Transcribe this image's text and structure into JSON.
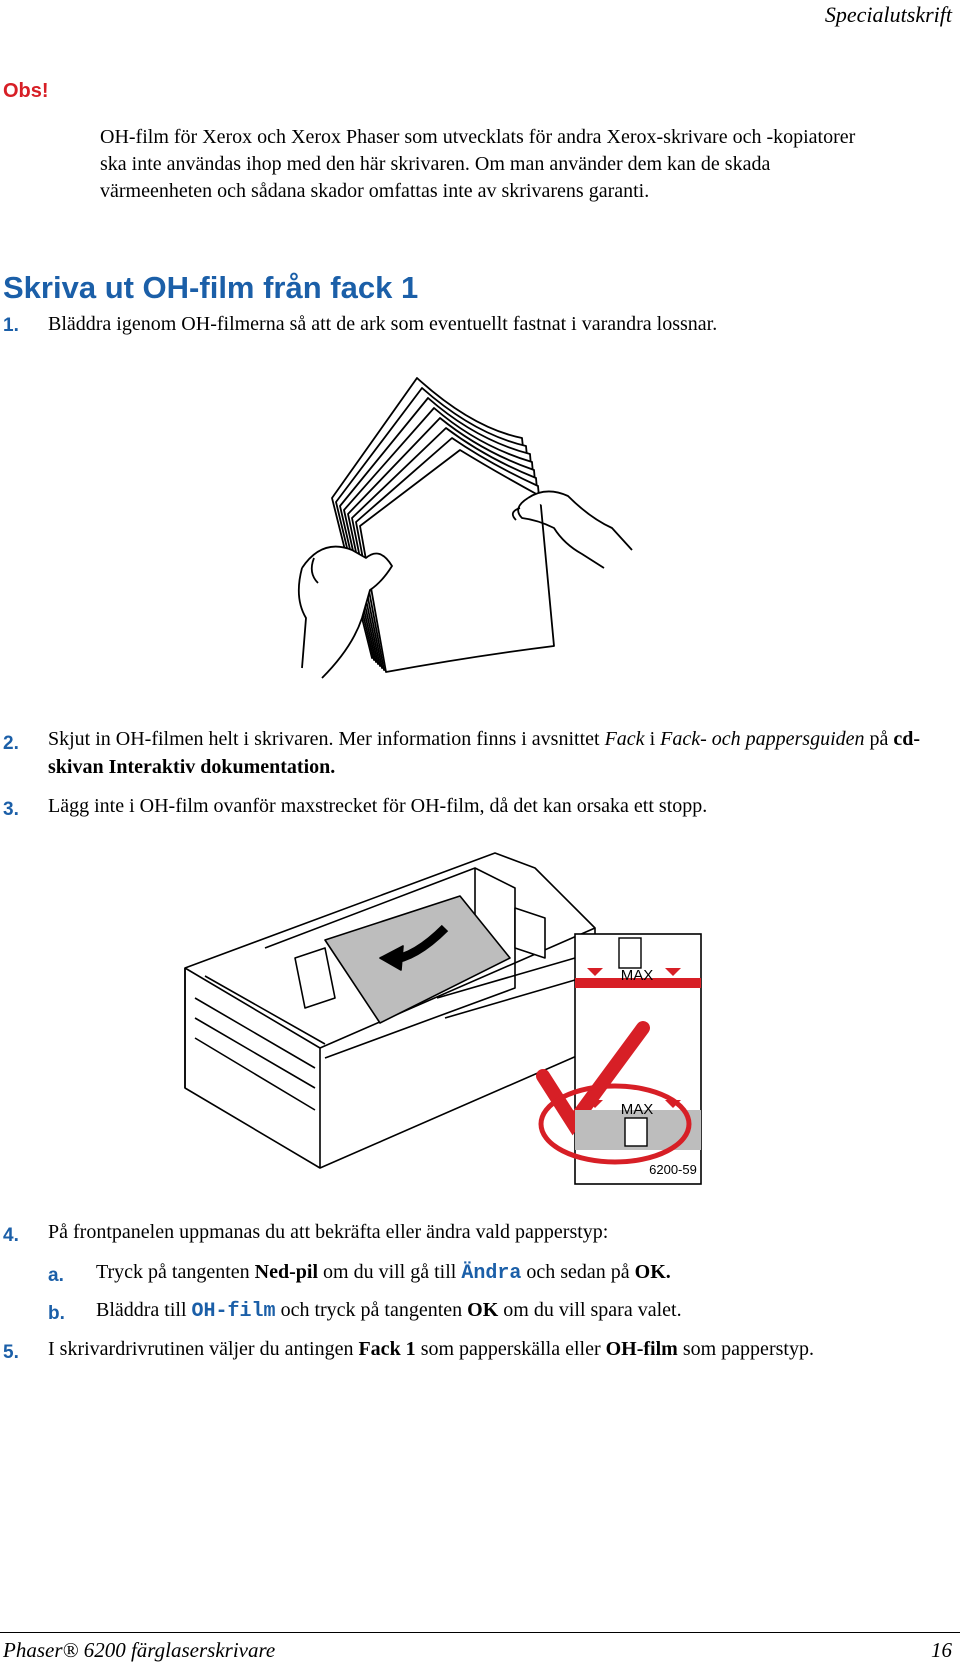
{
  "header": {
    "running_title": "Specialutskrift"
  },
  "note": {
    "label": "Obs!",
    "text": "OH-film för Xerox och Xerox Phaser som utvecklats för andra Xerox-skrivare och -kopiatorer ska inte användas ihop med den här skrivaren. Om man använder dem kan de skada värmeenheten och sådana skador omfattas inte av skrivarens garanti."
  },
  "section": {
    "title": "Skriva ut OH-film från fack 1"
  },
  "steps": {
    "s1": {
      "num": "1.",
      "text": "Bläddra igenom OH-filmerna så att de ark som eventuellt fastnat i varandra lossnar."
    },
    "s2": {
      "num": "2.",
      "t1": "Skjut in OH-filmen helt i skrivaren. Mer information finns i avsnittet ",
      "i1": "Fack",
      "t2": " i ",
      "i2": "Fack- och pappersguiden",
      "t3": " på ",
      "b1": "cd-skivan Interaktiv dokumentation."
    },
    "s3": {
      "num": "3.",
      "text": "Lägg inte i OH-film ovanför maxstrecket för OH-film, då det kan orsaka ett stopp."
    },
    "s4": {
      "num": "4.",
      "text": "På frontpanelen uppmanas du att bekräfta eller ändra vald papperstyp:"
    },
    "s4a": {
      "num": "a.",
      "t1": "Tryck på tangenten ",
      "b1": "Ned-pil",
      "t2": " om du vill gå till ",
      "m1": "Ändra",
      "t3": " och sedan på ",
      "b2": "OK."
    },
    "s4b": {
      "num": "b.",
      "t1": "Bläddra till ",
      "m1": "OH-film",
      "t2": " och tryck på tangenten ",
      "b1": "OK",
      "t3": " om du vill spara valet."
    },
    "s5": {
      "num": "5.",
      "t1": "I skrivardrivrutinen väljer du antingen ",
      "b1": "Fack 1",
      "t2": " som papperskälla eller ",
      "b2": "OH-film",
      "t3": " som papperstyp."
    }
  },
  "figure2": {
    "max_top": "MAX",
    "max_bottom": "MAX",
    "code": "6200-59"
  },
  "footer": {
    "title": "Phaser® 6200 färglaserskrivare",
    "page": "16"
  },
  "colors": {
    "accent_blue": "#1b5fa8",
    "accent_red": "#d71f26",
    "tray_gray": "#bdbdbd"
  }
}
